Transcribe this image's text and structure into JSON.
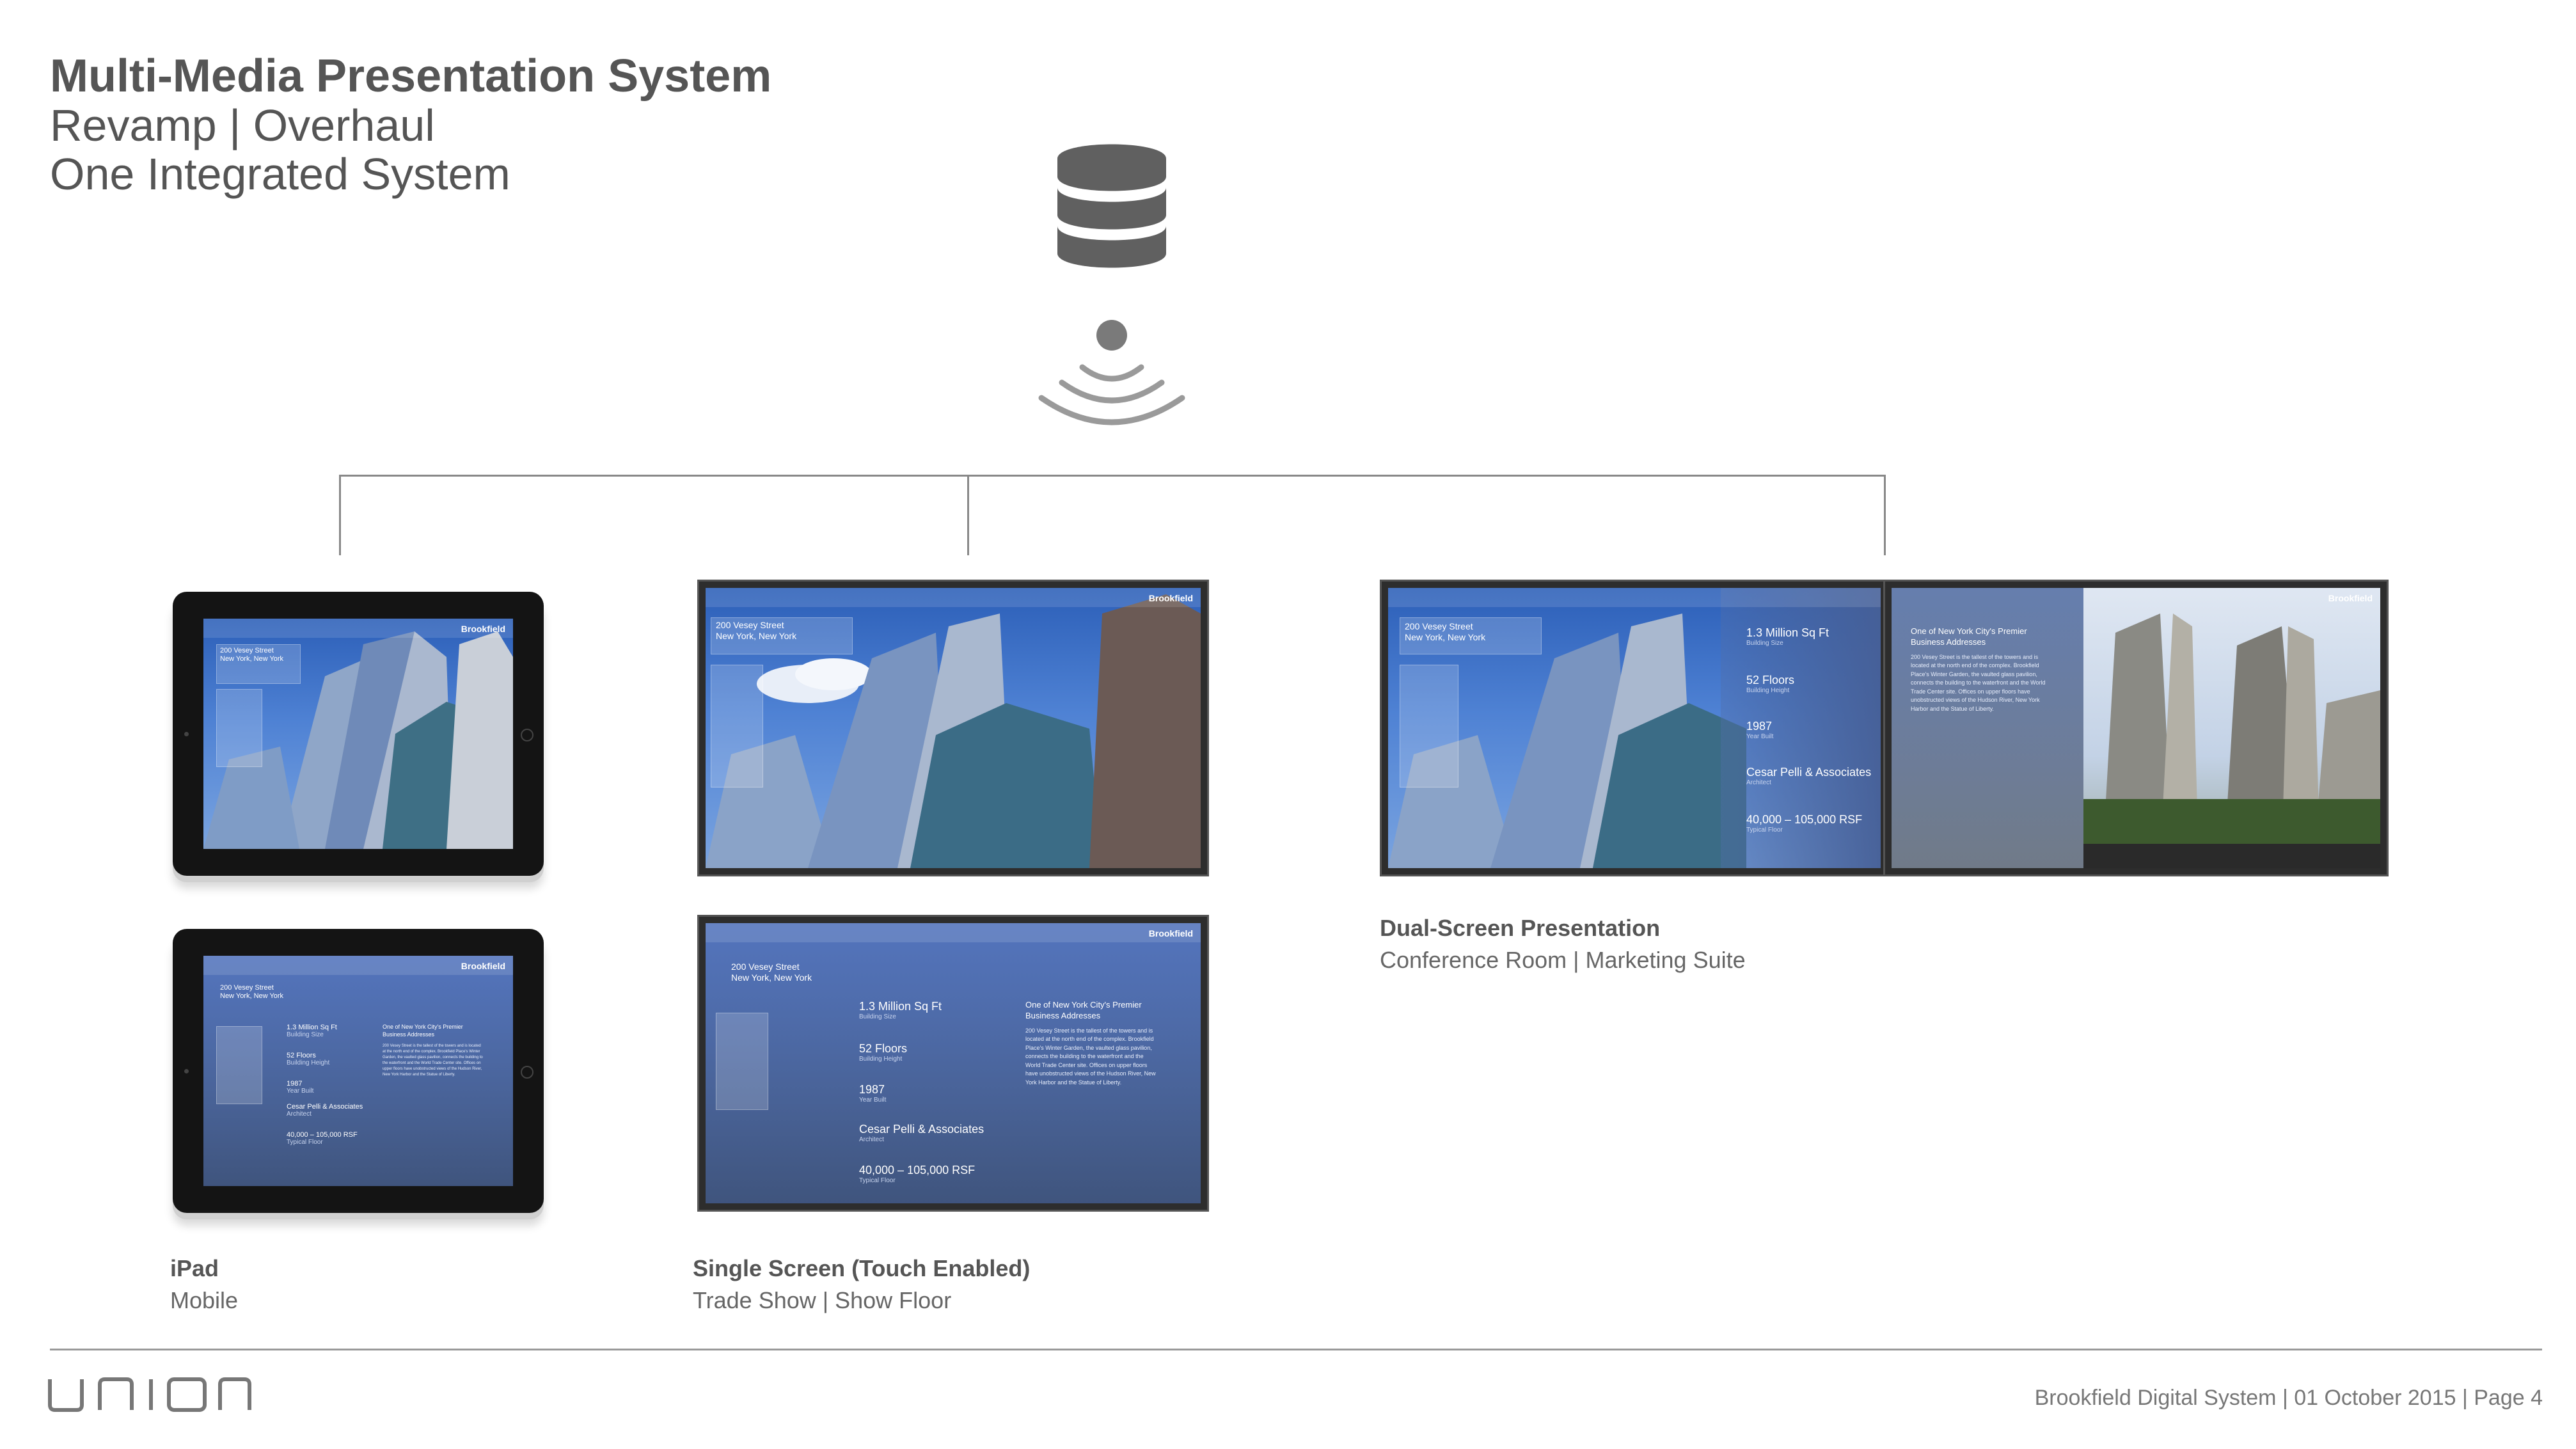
{
  "header": {
    "title": "Multi-Media Presentation System",
    "line2": "Revamp | Overhaul",
    "line3": "One Integrated System"
  },
  "icons": {
    "server": "database-icon",
    "wireless": "wireless-signal-icon"
  },
  "screen_content": {
    "brand": "Brookfield",
    "address_line1": "200 Vesey Street",
    "address_line2": "New York, New York",
    "stats": [
      {
        "value": "1.3 Million Sq Ft",
        "label": "Building Size"
      },
      {
        "value": "52 Floors",
        "label": "Building Height"
      },
      {
        "value": "1987",
        "label": "Year Built"
      },
      {
        "value": "Cesar Pelli & Associates",
        "label": "Architect"
      },
      {
        "value": "40,000 – 105,000 RSF",
        "label": "Typical Floor"
      }
    ],
    "paragraph_heading": "One of New York City's Premier Business Addresses",
    "paragraph_body": "200 Vesey Street is the tallest of the towers and is located at the north end of the complex. Brookfield Place's Winter Garden, the vaulted glass pavilion, connects the building to the waterfront and the World Trade Center site. Offices on upper floors have unobstructed views of the Hudson River, New York Harbor and the Statue of Liberty."
  },
  "devices": [
    {
      "title": "iPad",
      "subtitle": "Mobile"
    },
    {
      "title": "Single Screen (Touch Enabled)",
      "subtitle": "Trade Show | Show Floor"
    },
    {
      "title": "Dual-Screen  Presentation",
      "subtitle": "Conference Room | Marketing Suite"
    }
  ],
  "footer": {
    "logo": "union",
    "text": "Brookfield Digital System  |  01 October 2015  |  Page 4"
  },
  "colors": {
    "text": "#555555",
    "connector": "#888888",
    "sky_blue": "#4f82d4",
    "icon_gray": "#606060"
  }
}
